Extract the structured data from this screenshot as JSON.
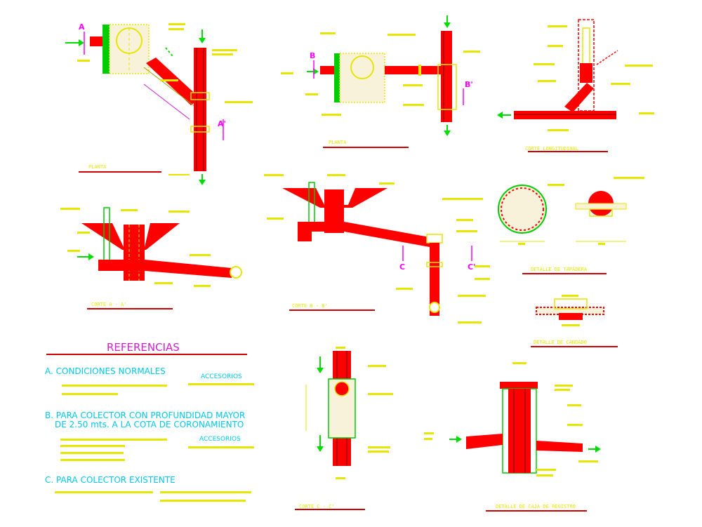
{
  "title_labels": {
    "planta_1": "PLANTA",
    "planta_2": "PLANTA",
    "corte_longitudinal": "CORTE LONGITUDINAL",
    "corte_aa": "CORTE A - A'",
    "corte_bb": "CORTE B - B'",
    "detalle_tapadera": "DETALLE DE TAPADERA",
    "detalle_candado": "DETALLE DE CANDADO",
    "corte_cc": "CORTE C - C'",
    "detalle_caja": "DETALLE DE CAJA DE REGISTRO"
  },
  "section_marks": {
    "a": "A",
    "a_prime": "A'",
    "b": "B",
    "b_prime": "B'",
    "c": "C",
    "c_prime": "C'"
  },
  "references": {
    "heading": "REFERENCIAS",
    "section_a": {
      "title": "A.  CONDICIONES  NORMALES",
      "accessories_title": "ACCESORIOS"
    },
    "section_b": {
      "title_line1": "B.  PARA  COLECTOR  CON  PROFUNDIDAD  MAYOR",
      "title_line2": "DE  2.50 mts.  A  LA  COTA  DE   CORONAMIENTO",
      "accessories_title": "ACCESORIOS"
    },
    "section_c": {
      "title": "C.  PARA  COLECTOR  EXISTENTE"
    }
  },
  "colors": {
    "background": "#ffffff",
    "pipe_red": "#ff0000",
    "text_yellow": "#e6e600",
    "heading_cyan": "#00c8e8",
    "heading_magenta": "#d020d0",
    "arrow_green": "#00dd00",
    "mark_magenta": "#ff00ff",
    "underline_red": "#cc0000"
  }
}
